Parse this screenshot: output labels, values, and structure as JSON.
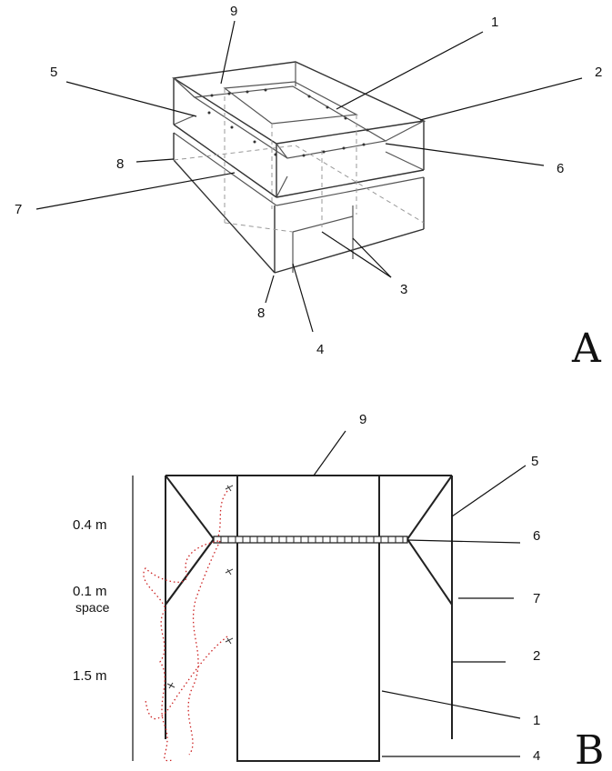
{
  "figure": {
    "panel_a": {
      "letter": "A"
    },
    "panel_b": {
      "letter": "B"
    },
    "labels_a": [
      "9",
      "1",
      "5",
      "2",
      "6",
      "8",
      "7",
      "3",
      "8",
      "4"
    ],
    "labels_b": [
      "9",
      "5",
      "6",
      "7",
      "2",
      "1",
      "4"
    ],
    "dimensions": {
      "top": "0.4 m",
      "gap": "0.1 m",
      "gap_sub": "space",
      "bottom": "1.5 m"
    }
  }
}
